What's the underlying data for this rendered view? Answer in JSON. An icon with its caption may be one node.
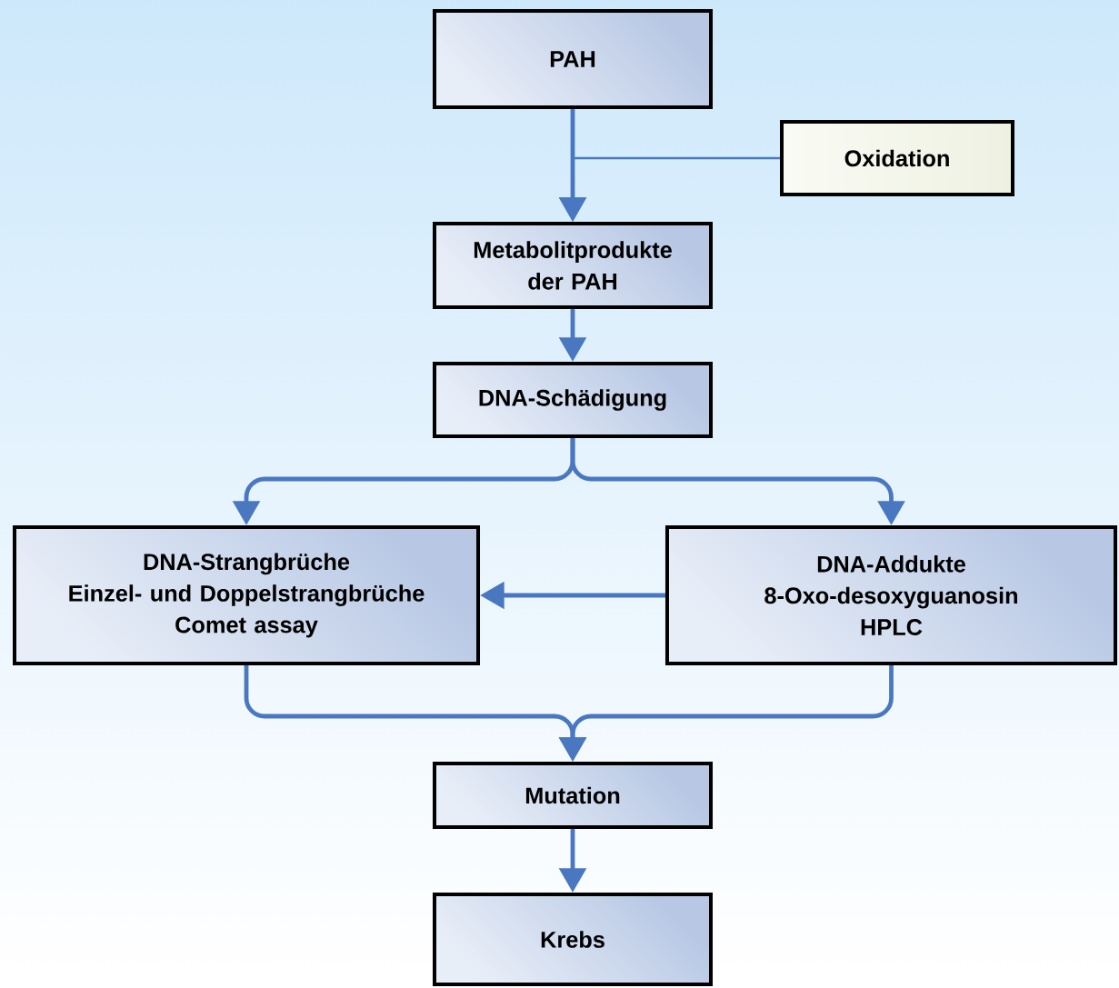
{
  "diagram": {
    "nodes": [
      {
        "text": [
          "PAH"
        ]
      },
      {
        "text": [
          "Oxidation"
        ]
      },
      {
        "text": [
          "Metabolitprodukte der PAH"
        ]
      },
      {
        "text": [
          "DNA-Schädigung"
        ]
      },
      {
        "text": [
          "DNA-Strangbrüche",
          "Einzel- und Doppelstrangbrüche",
          "Comet assay"
        ]
      },
      {
        "text": [
          "DNA-Addukte",
          "8-Oxo-desoxyguanosin",
          "HPLC"
        ]
      },
      {
        "text": [
          "Mutation"
        ]
      },
      {
        "text": [
          "Krebs"
        ]
      }
    ],
    "edges": [
      {
        "from": 0,
        "to": 2,
        "arrow": "to"
      },
      {
        "from": 1,
        "to": 2,
        "arrow": "to"
      },
      {
        "from": 2,
        "to": 3,
        "arrow": "to"
      },
      {
        "from": 3,
        "to": 4,
        "arrow": "to"
      },
      {
        "from": 3,
        "to": 5,
        "arrow": "to"
      },
      {
        "from": 5,
        "to": 4,
        "arrow": "to"
      },
      {
        "from": 4,
        "to": 6,
        "arrow": "to"
      },
      {
        "from": 5,
        "to": 6,
        "arrow": "to"
      },
      {
        "from": 6,
        "to": 7,
        "arrow": "to"
      }
    ]
  }
}
